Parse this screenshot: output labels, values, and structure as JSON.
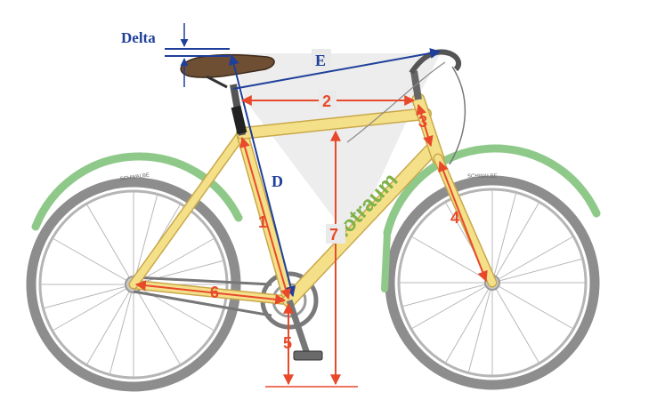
{
  "diagram": {
    "brand_text": "iotraum",
    "tire_text": "SCHWALBE",
    "labels": {
      "delta": "Delta",
      "e": "E",
      "d": "D",
      "m1": "1",
      "m2": "2",
      "m3": "3",
      "m4": "4",
      "m5": "5",
      "m6": "6",
      "m7": "7"
    },
    "colors": {
      "measure_red": "#e8492b",
      "measure_blue": "#1f3f9a",
      "frame_yellow": "#f5e08a",
      "frame_outline": "#c9a84a",
      "fender_green": "#8fc98a",
      "tire_gray": "#8d8d8d",
      "triangle_fill": "#e9e9e9",
      "brand_green": "#7fb24a"
    }
  }
}
